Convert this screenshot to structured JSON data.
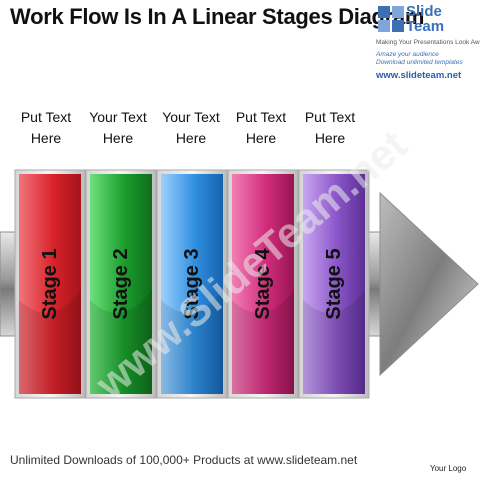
{
  "header": {
    "title": "Work Flow Is In A Linear Stages Diagram"
  },
  "logo": {
    "brand_slide": "Slide",
    "brand_team": "Team",
    "tagline": "Making Your Presentations Look Awesome",
    "promo_line1": "Amaze your audience",
    "promo_line2": "Download unlimited templates",
    "url": "www.slideteam.net"
  },
  "labels": [
    {
      "line1": "Put Text",
      "line2": "Here"
    },
    {
      "line1": "Your Text",
      "line2": "Here"
    },
    {
      "line1": "Your Text",
      "line2": "Here"
    },
    {
      "line1": "Put Text",
      "line2": "Here"
    },
    {
      "line1": "Put Text",
      "line2": "Here"
    }
  ],
  "stages": [
    {
      "label": "Stage 1",
      "color": "#d9232b"
    },
    {
      "label": "Stage 2",
      "color": "#1a9e2c"
    },
    {
      "label": "Stage 3",
      "color": "#2f8fe0"
    },
    {
      "label": "Stage 4",
      "color": "#d22c7d"
    },
    {
      "label": "Stage 5",
      "color": "#8a55c8"
    }
  ],
  "watermark": "www.SlideTeam.net",
  "footer": {
    "downloads": "Unlimited Downloads of 100,000+ Products at www.slideteam.net",
    "your_logo": "Your Logo"
  }
}
